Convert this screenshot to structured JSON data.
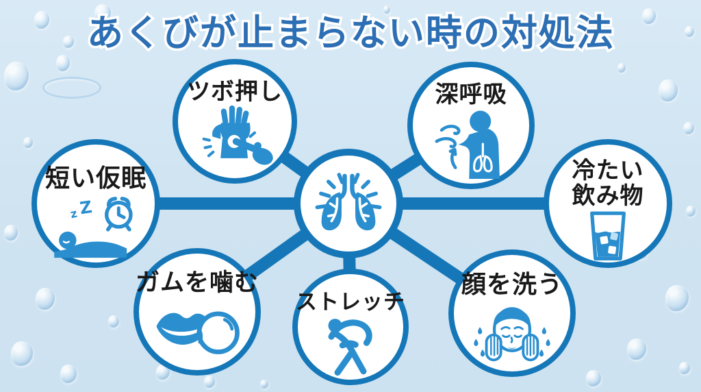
{
  "title": "あくびが止まらない時の対処法",
  "colors": {
    "background": "#cfe3f1",
    "title_blue": "#2d6fb4",
    "circle_border_blue": "#1577b8",
    "connector_blue": "#1577b8",
    "icon_blue": "#2a8ecf",
    "label_black": "#191919",
    "circle_fill": "#ffffff"
  },
  "hub": {
    "meaning": "yawning / breathing (lungs)",
    "icon": "lungs-icon"
  },
  "nodes": [
    {
      "label": "ツボ押し",
      "icon": "acupressure-hand-icon"
    },
    {
      "label": "深呼吸",
      "icon": "deep-breathing-icon"
    },
    {
      "label": "短い仮眠",
      "icon": "nap-sleep-icon"
    },
    {
      "label": "冷たい飲み物",
      "label_line1": "冷たい",
      "label_line2": "飲み物",
      "icon": "cold-drink-icon"
    },
    {
      "label": "ガムを噛む",
      "icon": "chewing-gum-icon"
    },
    {
      "label": "ストレッチ",
      "icon": "stretch-icon"
    },
    {
      "label": "顔を洗う",
      "icon": "face-wash-icon"
    }
  ]
}
